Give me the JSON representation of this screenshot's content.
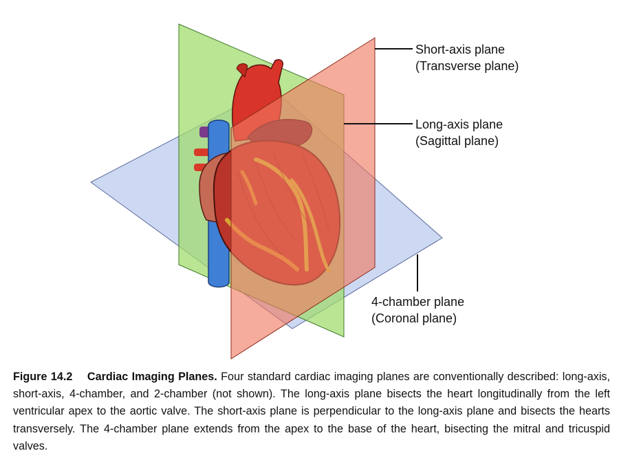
{
  "labels": {
    "short_axis": {
      "line1": "Short-axis plane",
      "line2": "(Transverse plane)"
    },
    "long_axis": {
      "line1": "Long-axis plane",
      "line2": "(Sagittal plane)"
    },
    "four_chamber": {
      "line1": "4-chamber plane",
      "line2": "(Coronal plane)"
    }
  },
  "caption": {
    "figure_number": "Figure 14.2",
    "title": "Cardiac Imaging Planes.",
    "body": "Four standard cardiac imaging planes are conventionally described: long-axis, short-axis, 4-chamber, and 2-chamber (not shown). The long-axis plane bisects the heart longitudinally from the left ventricular apex to the aortic valve. The short-axis plane is perpendicular to the long-axis plane and bisects the hearts transversely. The 4-chamber plane extends from the apex to the base of the heart, bisecting the mitral and tricuspid valves."
  },
  "colors": {
    "coronal_plane": "#b9c8ec",
    "sagittal_plane": "#b2e08c",
    "transverse_plane": "#f4907c",
    "heart_muscle": "#b9352b",
    "vena_cava": "#3b78d0",
    "coronary_fat": "#c9d33a"
  }
}
